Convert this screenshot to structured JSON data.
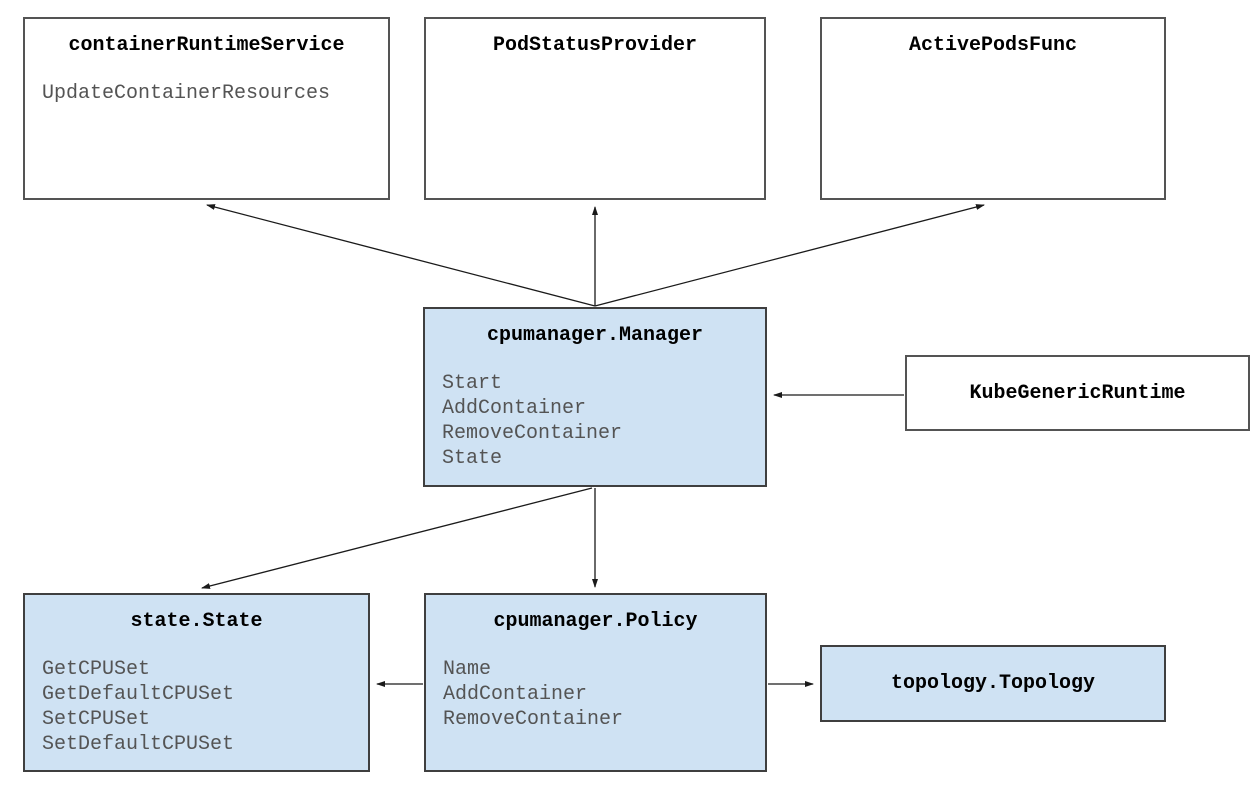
{
  "diagram": {
    "description": "cpumanager architecture diagram",
    "colors": {
      "highlight_fill": "#cfe2f3",
      "default_fill": "#ffffff",
      "border": "#545454",
      "title_text": "#000000",
      "method_text": "#545454",
      "arrow": "#1a1a1a"
    }
  },
  "nodes": {
    "containerRuntimeService": {
      "title": "containerRuntimeService",
      "methods": [
        "UpdateContainerResources"
      ]
    },
    "podStatusProvider": {
      "title": "PodStatusProvider",
      "methods": []
    },
    "activePodsFunc": {
      "title": "ActivePodsFunc",
      "methods": []
    },
    "cpumanagerManager": {
      "title": "cpumanager.Manager",
      "methods": [
        "Start",
        "AddContainer",
        "RemoveContainer",
        "State"
      ]
    },
    "kubeGenericRuntime": {
      "title": "KubeGenericRuntime",
      "methods": []
    },
    "stateState": {
      "title": "state.State",
      "methods": [
        "GetCPUSet",
        "GetDefaultCPUSet",
        "SetCPUSet",
        "SetDefaultCPUSet"
      ]
    },
    "cpumanagerPolicy": {
      "title": "cpumanager.Policy",
      "methods": [
        "Name",
        "AddContainer",
        "RemoveContainer"
      ]
    },
    "topologyTopology": {
      "title": "topology.Topology",
      "methods": []
    }
  },
  "edges": [
    {
      "from": "cpumanager.Manager",
      "to": "containerRuntimeService"
    },
    {
      "from": "cpumanager.Manager",
      "to": "PodStatusProvider"
    },
    {
      "from": "cpumanager.Manager",
      "to": "ActivePodsFunc"
    },
    {
      "from": "cpumanager.Manager",
      "to": "state.State"
    },
    {
      "from": "cpumanager.Manager",
      "to": "cpumanager.Policy"
    },
    {
      "from": "cpumanager.Policy",
      "to": "state.State"
    },
    {
      "from": "cpumanager.Policy",
      "to": "topology.Topology"
    },
    {
      "from": "KubeGenericRuntime",
      "to": "cpumanager.Manager"
    }
  ]
}
